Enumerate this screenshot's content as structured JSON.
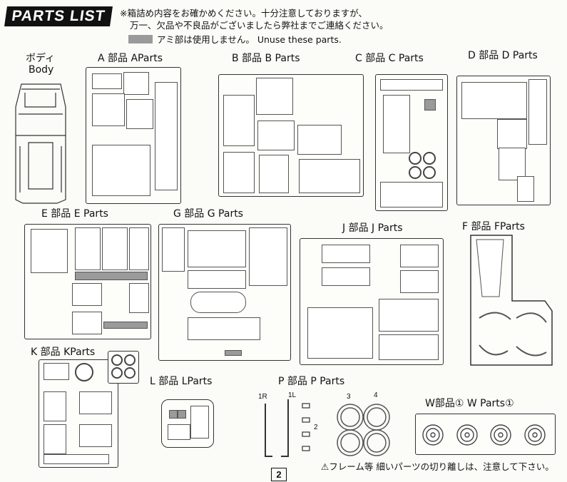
{
  "header": {
    "badge": "PARTS LIST",
    "note_line1": "※箱詰め内容をお確かめください。十分注意しておりますが、",
    "note_line2": "万一、欠品や不良品がございましたら弊社までご連絡ください。",
    "unuse_note": "アミ部は使用しません。 Unuse these parts."
  },
  "labels": {
    "body_jp": "ボディ",
    "body_en": "Body",
    "a": "A 部品  AParts",
    "b": "B 部品  B Parts",
    "c": "C 部品  C Parts",
    "d": "D 部品  D Parts",
    "e": "E 部品  E Parts",
    "g": "G 部品  G Parts",
    "j": "J 部品  J Parts",
    "f": "F 部品  FParts",
    "k": "K 部品  KParts",
    "l": "L 部品  LParts",
    "p": "P 部品  P Parts",
    "w": "W部品①  W Parts①"
  },
  "p_parts": {
    "n1r": "1R",
    "n1l": "1L",
    "n2": "2",
    "n3": "3",
    "n4": "4"
  },
  "footer": {
    "page": "2",
    "warning": "フレーム等 細いパーツの切り離しは、注意して下さい。"
  },
  "colors": {
    "unused": "#9a9a9a",
    "line": "#333333"
  }
}
